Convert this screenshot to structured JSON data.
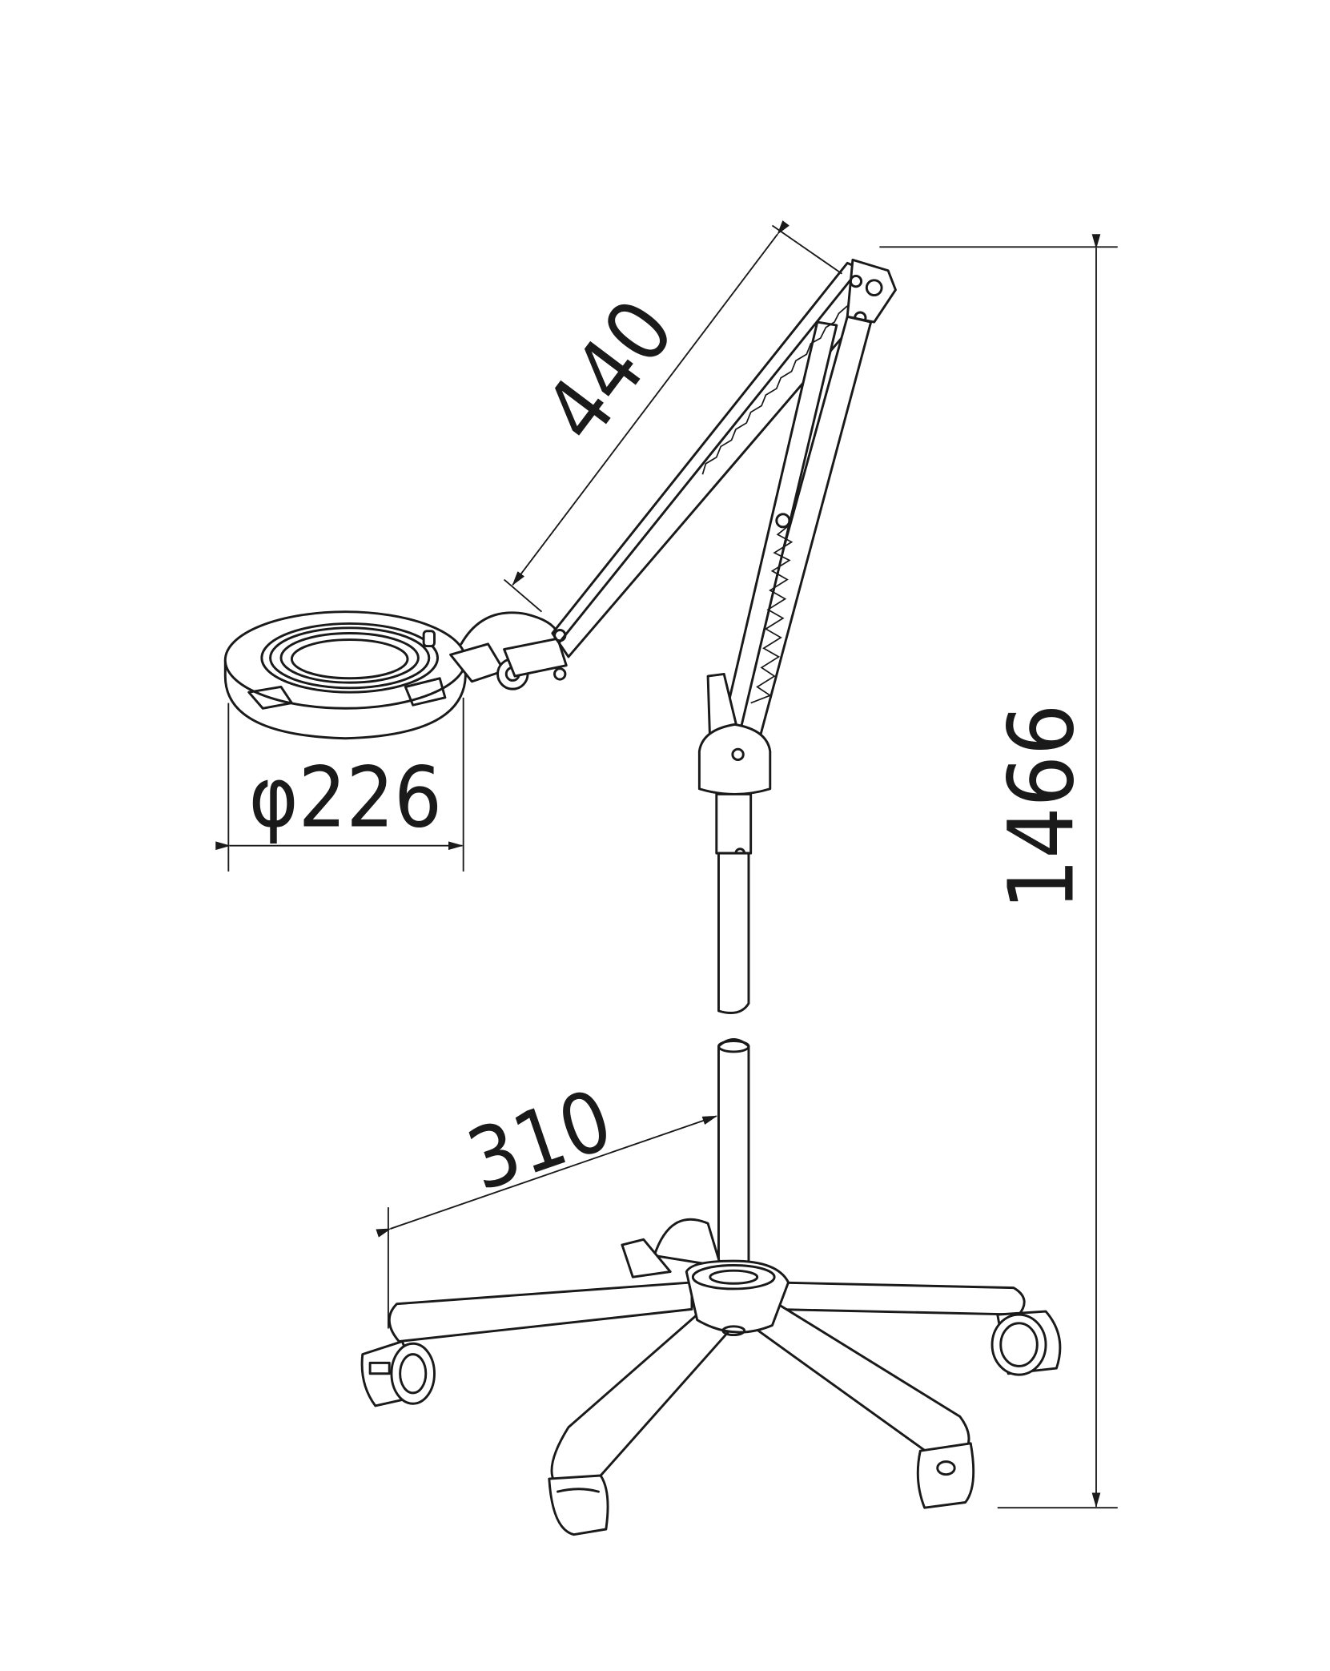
{
  "drawing": {
    "subject": "magnifier-lamp-on-caster-stand",
    "dimensions": {
      "arm_length": "440",
      "lens_diameter": "φ226",
      "base_radius": "310",
      "total_height": "1466"
    }
  }
}
